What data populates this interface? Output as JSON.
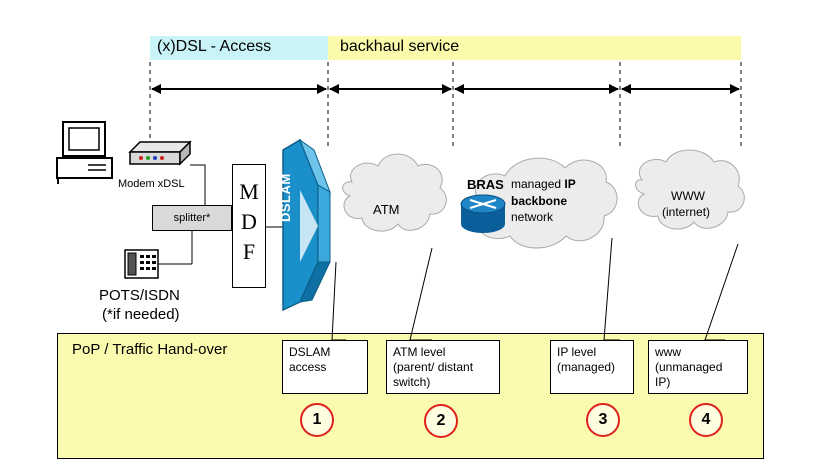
{
  "bands": {
    "access": "(x)DSL - Access",
    "backhaul": "backhaul service"
  },
  "cpe": {
    "modem_label": "Modem xDSL",
    "splitter_label": "splitter*",
    "pots_label_1": "POTS/ISDN",
    "pots_label_2": "(*if needed)"
  },
  "mdf": {
    "letters": "M\nD\nF"
  },
  "dslam": {
    "label": "DSLAM"
  },
  "clouds": {
    "atm": "ATM",
    "bras": "BRAS",
    "ip_line1": "managed ",
    "ip_bold1": "IP",
    "ip_bold2": "backbone",
    "ip_line3": "network",
    "www_line1": "WWW",
    "www_line2": "(internet)"
  },
  "pop": {
    "label": "PoP / Traffic Hand-over"
  },
  "callouts": [
    {
      "text": "DSLAM\naccess",
      "number": "1"
    },
    {
      "text": "ATM level\n(parent/ distant\nswitch)",
      "number": "2"
    },
    {
      "text": "IP level\n(managed)",
      "number": "3"
    },
    {
      "text": "www\n(unmanaged\nIP)",
      "number": "4"
    }
  ],
  "colors": {
    "access_band": "#c8f4f8",
    "backhaul_band": "#fbfbab",
    "pop_area": "#fbfbb0",
    "circle_border": "#e0201a",
    "dslam_blue": "#1a8fc9",
    "bras_blue": "#0a5f9a"
  }
}
